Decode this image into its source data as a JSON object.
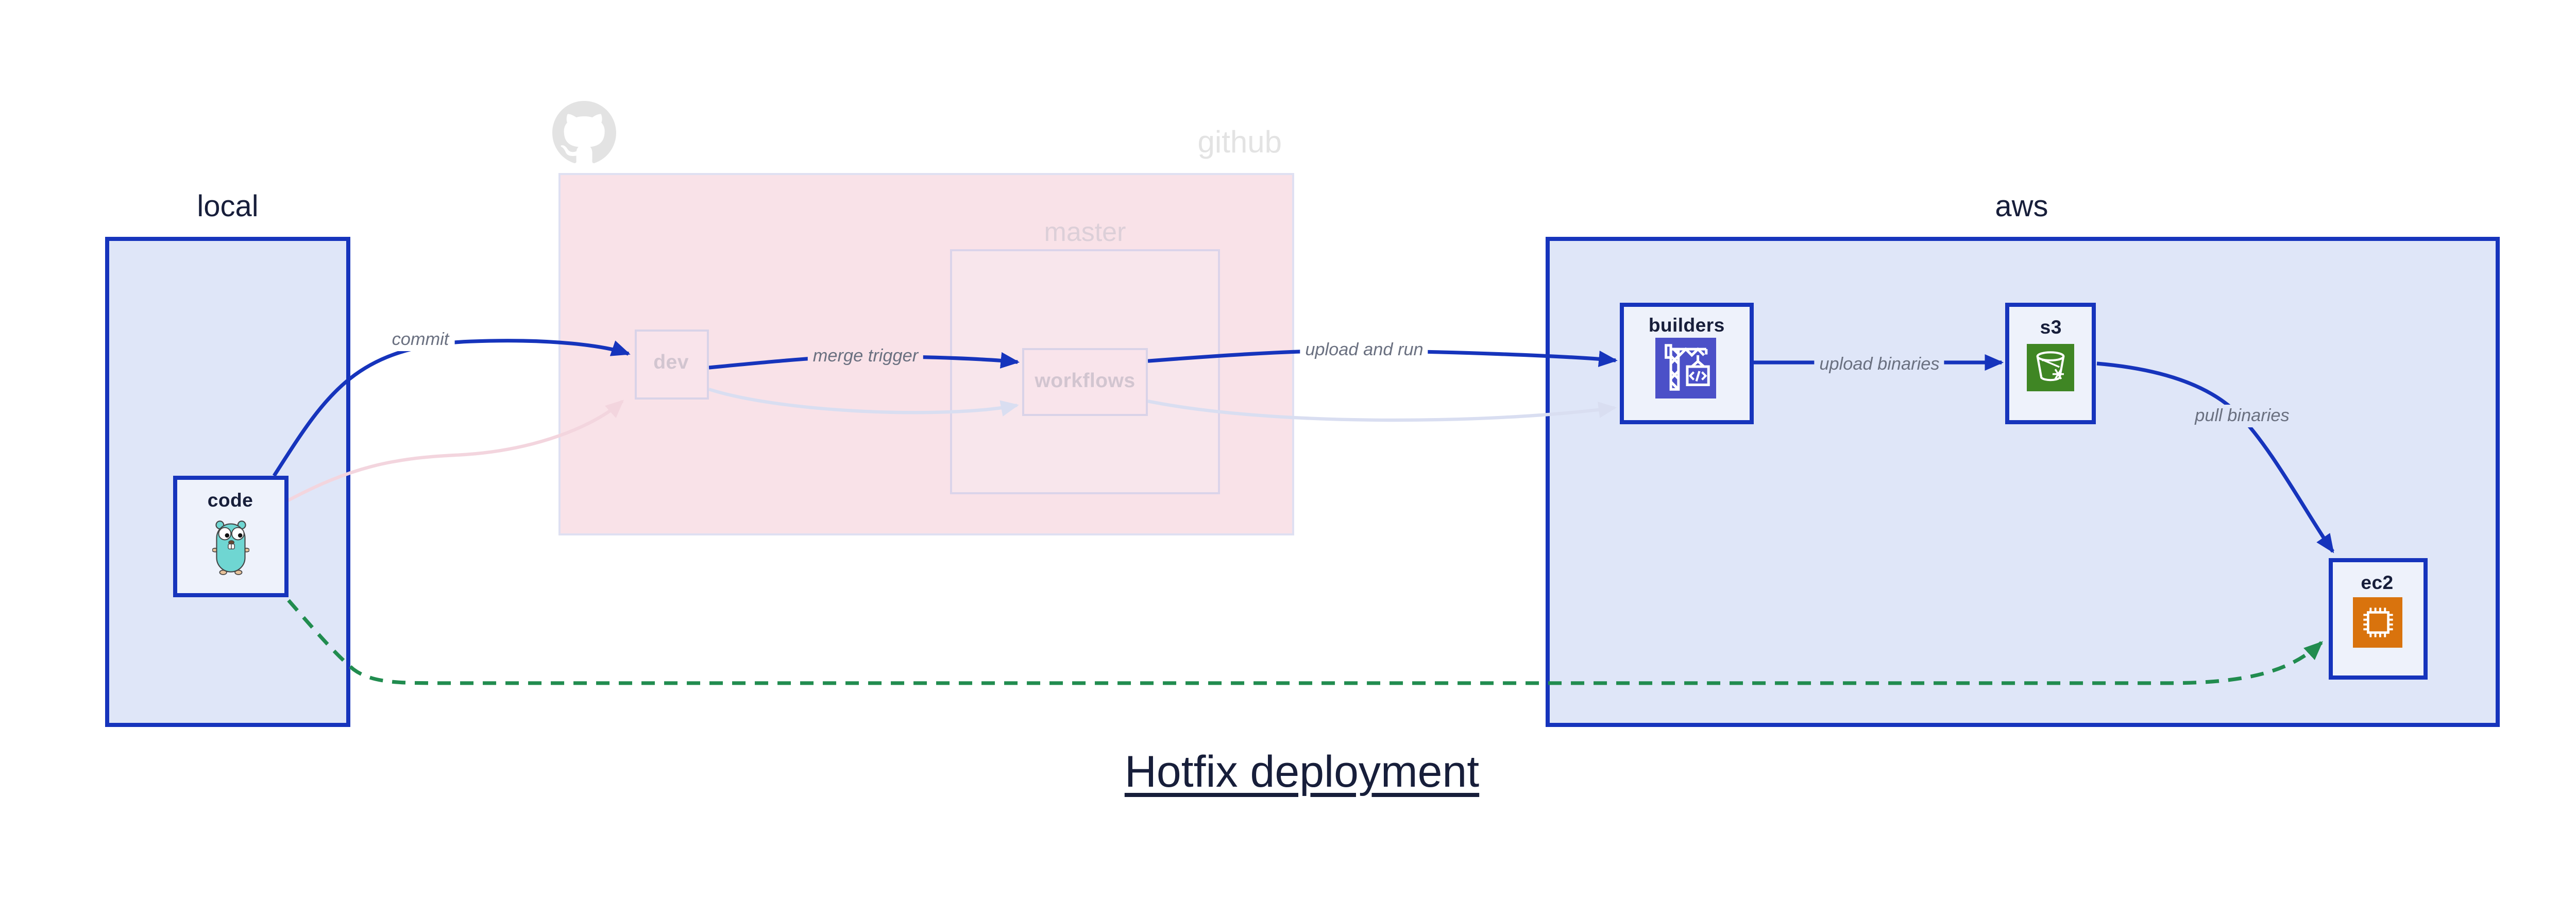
{
  "title": "Hotfix deployment",
  "groups": {
    "local": {
      "label": "local"
    },
    "github": {
      "label": "github",
      "master": {
        "label": "master"
      }
    },
    "aws": {
      "label": "aws"
    }
  },
  "nodes": {
    "code": {
      "label": "code",
      "icon": "go-gopher-icon"
    },
    "dev": {
      "label": "dev"
    },
    "workflows": {
      "label": "workflows"
    },
    "builders": {
      "label": "builders",
      "icon": "codebuild-crane-icon"
    },
    "s3": {
      "label": "s3",
      "icon": "s3-glacier-bucket-icon"
    },
    "ec2": {
      "label": "ec2",
      "icon": "ec2-chip-icon"
    }
  },
  "edges": {
    "commit": {
      "label": "commit",
      "from": "code",
      "to": "dev",
      "style": "solid-blue"
    },
    "merge_trigger": {
      "label": "merge trigger",
      "from": "dev",
      "to": "workflows",
      "style": "solid-blue"
    },
    "upload_and_run": {
      "label": "upload and run",
      "from": "workflows",
      "to": "builders",
      "style": "solid-blue"
    },
    "upload_binaries": {
      "label": "upload binaries",
      "from": "builders",
      "to": "s3",
      "style": "solid-blue"
    },
    "pull_binaries": {
      "label": "pull binaries",
      "from": "s3",
      "to": "ec2",
      "style": "solid-blue"
    },
    "hotfix_path": {
      "from": "code",
      "to": "ec2",
      "style": "dashed-green"
    },
    "faded_commit": {
      "from": "code",
      "to": "dev",
      "style": "faded-pink"
    },
    "faded_merge": {
      "from": "dev",
      "to": "workflows",
      "style": "faded-lavender"
    },
    "faded_upload": {
      "from": "workflows",
      "to": "builders",
      "style": "faded-lavender"
    }
  },
  "icons": {
    "github_logo": "octocat-icon"
  },
  "colors": {
    "accent_blue": "#1634bc",
    "group_fill_blue": "#dfe6f8",
    "node_fill": "#eef2fb",
    "github_fill": "#f9e2e8",
    "faded_border": "#d9d3e8",
    "faded_text": "#d2c5d0",
    "edge_label_text": "#6a7080",
    "hotfix_green": "#218c4f",
    "title_navy": "#171e3a",
    "codebuild_bg": "#4b50c8",
    "s3_bg": "#3f8624",
    "ec2_bg": "#d9730d",
    "gopher_teal": "#6fd6d2",
    "octocat_gray": "#e3e3e3"
  }
}
